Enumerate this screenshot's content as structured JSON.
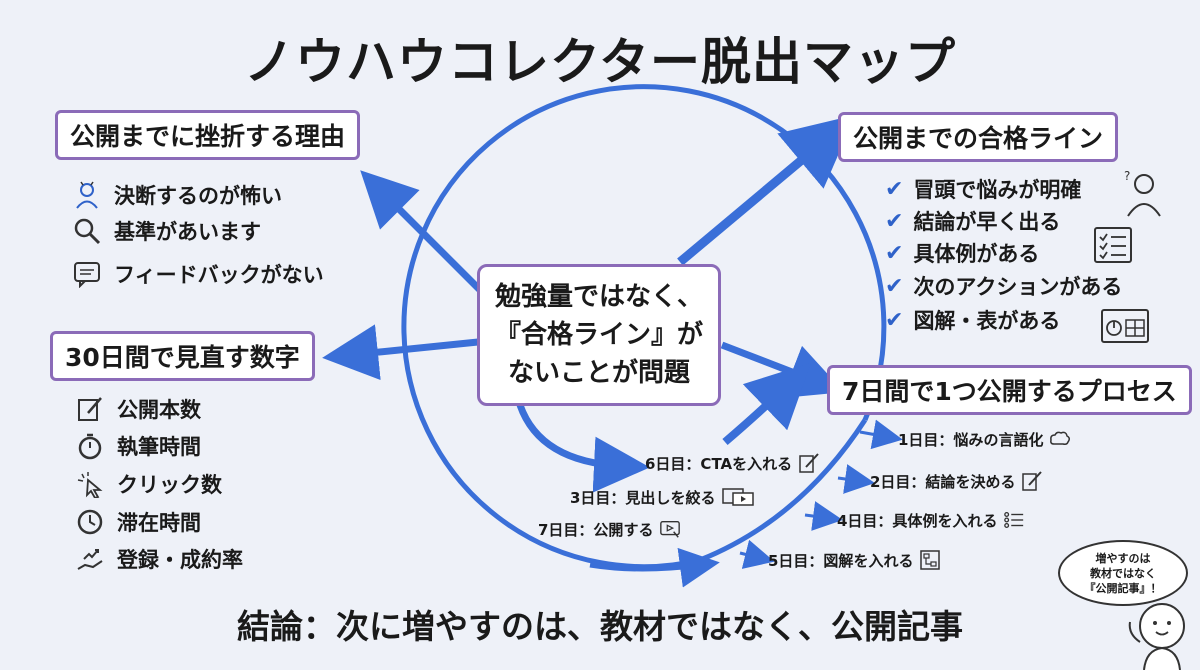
{
  "title": "ノウハウコレクター脱出マップ",
  "center": {
    "lines": [
      "勉強量ではなく、",
      "『合格ライン』が",
      "ないことが問題"
    ]
  },
  "left_top": {
    "heading": "公開までに挫折する理由",
    "items": [
      {
        "label": "決断するのが怖い",
        "icon": "worried-person-icon"
      },
      {
        "label": "基準があいます",
        "icon": "magnifier-icon"
      },
      {
        "label": "フィードバックがない",
        "icon": "speech-bubble-icon"
      }
    ]
  },
  "left_bottom": {
    "heading": "30日間で見直す数字",
    "items": [
      {
        "label": "公開本数",
        "icon": "edit-note-icon"
      },
      {
        "label": "執筆時間",
        "icon": "stopwatch-icon"
      },
      {
        "label": "クリック数",
        "icon": "cursor-click-icon"
      },
      {
        "label": "滞在時間",
        "icon": "clock-icon"
      },
      {
        "label": "登録・成約率",
        "icon": "hand-growth-icon"
      }
    ]
  },
  "right_top": {
    "heading": "公開までの合格ライン",
    "items": [
      "冒頭で悩みが明確",
      "結論が早く出る",
      "具体例がある",
      "次のアクションがある",
      "図解・表がある"
    ]
  },
  "right_bottom": {
    "heading": "7日間で1つ公開するプロセス"
  },
  "steps": [
    {
      "label": "1日目：悩みの言語化",
      "icon": "thought-cloud-icon"
    },
    {
      "label": "2日目：結論を決める",
      "icon": "write-icon"
    },
    {
      "label": "4日目：具体例を入れる",
      "icon": "list-icon"
    },
    {
      "label": "5日目：図解を入れる",
      "icon": "diagram-icon"
    },
    {
      "label": "6日目：CTAを入れる",
      "icon": "write-icon"
    },
    {
      "label": "3日目：見出しを絞る",
      "icon": "slides-icon"
    },
    {
      "label": "7日目：公開する",
      "icon": "publish-icon"
    }
  ],
  "conclusion": "結論：次に増やすのは、教材ではなく、公開記事",
  "speech": {
    "lines": [
      "増やすのは",
      "教材ではなく",
      "『公開記事』！"
    ]
  },
  "colors": {
    "accent": "#2f62c9",
    "box_border": "#8b6bb8",
    "background": "#eef1f8"
  }
}
